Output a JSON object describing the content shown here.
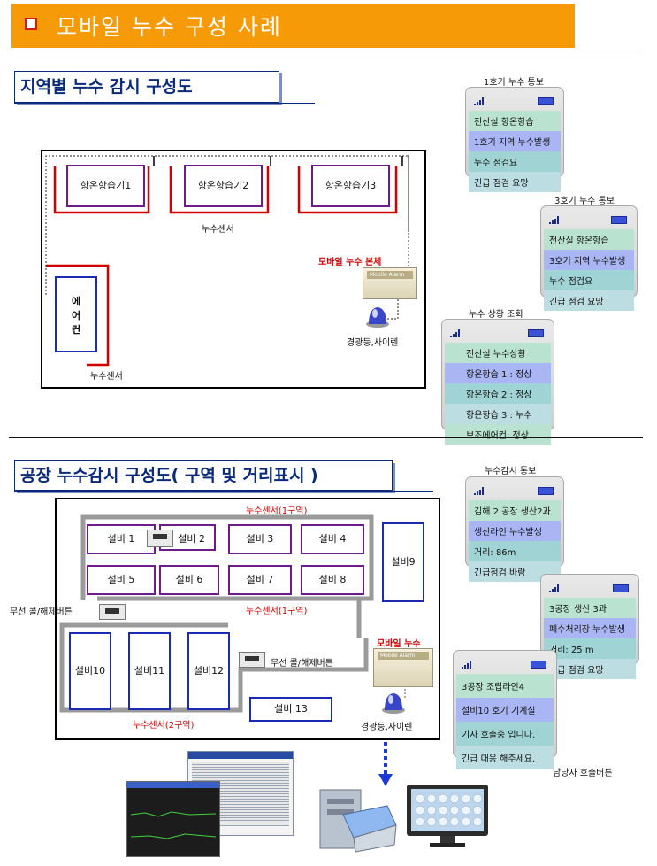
{
  "header": {
    "title": "모바일 누수 구성 사례"
  },
  "section1": {
    "title": "지역별 누수 감시 구성도",
    "rooms": [
      "항온항습기1",
      "항온항습기2",
      "항온항습기3"
    ],
    "aircon": [
      "에",
      "어",
      "컨"
    ],
    "sensor_top": "누수센서",
    "sensor_bottom": "누수센서",
    "mobile_unit_label": "모바일 누수 본체",
    "device_badge": "Mobile Alarm",
    "siren_label": "경광등,사이렌"
  },
  "phones1": [
    {
      "caption": "1호기 누수 통보",
      "lines": [
        "전산실 항온항습",
        "1호기 지역 누수발생",
        "누수 점검요",
        "긴급 점검 요망"
      ]
    },
    {
      "caption": "3호기 누수 통보",
      "lines": [
        "전산실 항온항습",
        "3호기 지역 누수발생",
        "누수 점검요",
        "긴급 점검 요망"
      ]
    },
    {
      "caption": "누수 상황 조회",
      "lines": [
        "전산실 누수상황",
        "항온항습 1 : 정상",
        "항온항습 2 : 정상",
        "항온항습 3 : 누수",
        "보조에어컨: 정상"
      ]
    }
  ],
  "section2": {
    "title": "공장 누수감시 구성도( 구역 및 거리표시 )",
    "sensor_zone1_top": "누수센서(1구역)",
    "sensor_zone1_mid": "누수센서(1구역)",
    "sensor_zone2": "누수센서(2구역)",
    "equip": [
      "설비 1",
      "설비 2",
      "설비 3",
      "설비 4",
      "설비 5",
      "설비 6",
      "설비 7",
      "설비 8",
      "설비9",
      "설비10",
      "설비11",
      "설비12",
      "설비 13"
    ],
    "wireless_left": "무선 콜/해제버튼",
    "wireless_mid": "무선 콜/해제버튼",
    "mobile_unit_label": "모바일 누수",
    "device_badge": "Mobile Alarm",
    "siren_label": "경광등,사이렌",
    "caller_label": "담당자 호출버튼"
  },
  "phones2": [
    {
      "caption": "누수감시 통보",
      "lines": [
        "김해 2 공장 생산2과",
        "생산라인 누수발생",
        "거리: 86m",
        "긴급점검 바람"
      ]
    },
    {
      "caption": "",
      "lines": [
        "3공장 생산 3과",
        "폐수처리장 누수발생",
        "거리: 25 m",
        "긴급 점검 요망"
      ]
    },
    {
      "caption": "",
      "lines": [
        "3공장 조립라인4",
        "설비10 호기 기계실",
        "기사 호출중 입니다.",
        "긴급 대응 해주세요."
      ]
    }
  ],
  "colors": {
    "header": "#f79a08",
    "accent_red": "#d20000",
    "navy": "#0a2a7c",
    "purple": "#6e1a8a",
    "blue": "#1c2bb4"
  }
}
